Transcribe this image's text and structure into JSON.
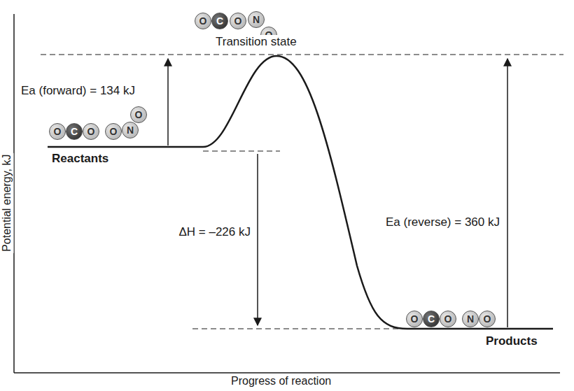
{
  "diagram": {
    "nodes": [
      {
        "text": [
          "O"
        ]
      },
      {
        "text": [
          "C"
        ]
      },
      {
        "text": [
          "O"
        ]
      },
      {
        "text": [
          "N"
        ]
      },
      {
        "text": [
          "O"
        ]
      },
      {
        "text": [
          "O"
        ]
      },
      {
        "text": [
          "C"
        ]
      },
      {
        "text": [
          "O"
        ]
      },
      {
        "text": [
          "O"
        ]
      },
      {
        "text": [
          "N"
        ]
      },
      {
        "text": [
          "O"
        ]
      },
      {
        "text": [
          "O"
        ]
      },
      {
        "text": [
          "C"
        ]
      },
      {
        "text": [
          "O"
        ]
      },
      {
        "text": [
          "N"
        ]
      },
      {
        "text": [
          "O"
        ]
      }
    ],
    "labels": [
      "Transition state",
      "Ea (forward) = 134 kJ",
      "Reactants",
      "ΔH = –226 kJ",
      "Ea (reverse) = 360 kJ",
      "Potential energy, kJ",
      "Products",
      "Progress of reaction"
    ]
  }
}
